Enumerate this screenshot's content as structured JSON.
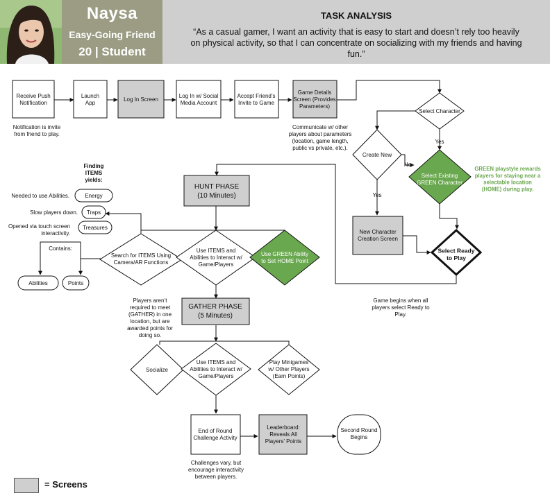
{
  "persona": {
    "name": "Naysa",
    "descriptor": "Easy-Going Friend",
    "age_role": "20 | Student"
  },
  "task": {
    "title": "TASK ANALYSIS",
    "quote": "“As a casual gamer, I want an activity that is easy to start and doesn’t rely too heavily on physical activity, so that I can concentrate on socializing with my friends and having fun.”"
  },
  "nodes": {
    "receive_push": [
      "Receive Push",
      "Notification"
    ],
    "launch_app": [
      "Launch",
      "App"
    ],
    "log_in_screen": [
      "Log In Screen"
    ],
    "log_in_social": [
      "Log In w/ Social",
      "Media Account"
    ],
    "accept_invite": [
      "Accept Friend’s",
      "Invite to Game"
    ],
    "game_details": [
      "Game Details",
      "Screen (Provides",
      "Parameters)"
    ],
    "select_character": [
      "Select Character"
    ],
    "create_new": [
      "Create New"
    ],
    "select_green": [
      "Select Existing",
      "GREEN Character"
    ],
    "new_character_screen": [
      "New Character",
      "Creation Screen"
    ],
    "select_ready": [
      "Select Ready",
      "to Play"
    ],
    "hunt_phase": [
      "HUNT PHASE",
      "(10 Minutes)"
    ],
    "search_items": [
      "Search for ITEMS Using",
      "Camera/AR Functions"
    ],
    "use_items_hunt": [
      "Use ITEMS and",
      "Abilities to Interact w/",
      "Game/Players"
    ],
    "use_green_ability": [
      "Use GREEN Ability",
      "to Set HOME Point"
    ],
    "gather_phase": [
      "GATHER PHASE",
      "(5 Minutes)"
    ],
    "socialize": [
      "Socialize"
    ],
    "use_items_gather": [
      "Use ITEMS and",
      "Abilities to Interact w/",
      "Game/Players"
    ],
    "play_minigames": [
      "Play Minigames",
      "w/ Other Players",
      "(Earn Points)"
    ],
    "end_of_round": [
      "End of Round",
      "Challenge Activity"
    ],
    "leaderboard": [
      "Leaderboard:",
      "Reveals All",
      "Players’ Points"
    ],
    "second_round": [
      "Second Round",
      "Begins"
    ],
    "energy": [
      "Energy"
    ],
    "traps": [
      "Traps"
    ],
    "treasures": [
      "Treasures"
    ],
    "abilities": [
      "Abilities"
    ],
    "points": [
      "Points"
    ]
  },
  "labels": {
    "yes_1": "Yes",
    "no": "No",
    "yes_2": "Yes"
  },
  "notes": {
    "notification": [
      "Notification is invite",
      "from friend to play."
    ],
    "game_details": [
      "Communicate w/ other",
      "players about parameters",
      "(location, game length,",
      "public vs private, etc.)."
    ],
    "green_playstyle": [
      "GREEN playstyle rewards",
      "players for staying near a",
      "selectable location",
      "(HOME) during play."
    ],
    "finding_items": [
      "Finding",
      "ITEMS",
      "yields:"
    ],
    "energy_note": "Needed to use Abilities.",
    "traps_note": "Slow players down.",
    "treasures_note": [
      "Opened via touch screen",
      "interactivity."
    ],
    "contains": "Contains:",
    "players_gather": [
      "Players aren’t",
      "required to meet",
      "(GATHER) in one",
      "location, but are",
      "awarded points for",
      "doing so."
    ],
    "game_begins": [
      "Game begins when all",
      "players select Ready to",
      "Play."
    ],
    "challenges": [
      "Challenges vary, but",
      "encourage interactivity",
      "between players."
    ]
  },
  "legend": {
    "label": "= Screens"
  },
  "colors": {
    "screen_fill": "#cfcfcf",
    "green_fill": "#6aa84f",
    "green_text": "#6aa84f",
    "persona_bg": "#9c9c84",
    "header_bg": "#cfcfcf"
  }
}
